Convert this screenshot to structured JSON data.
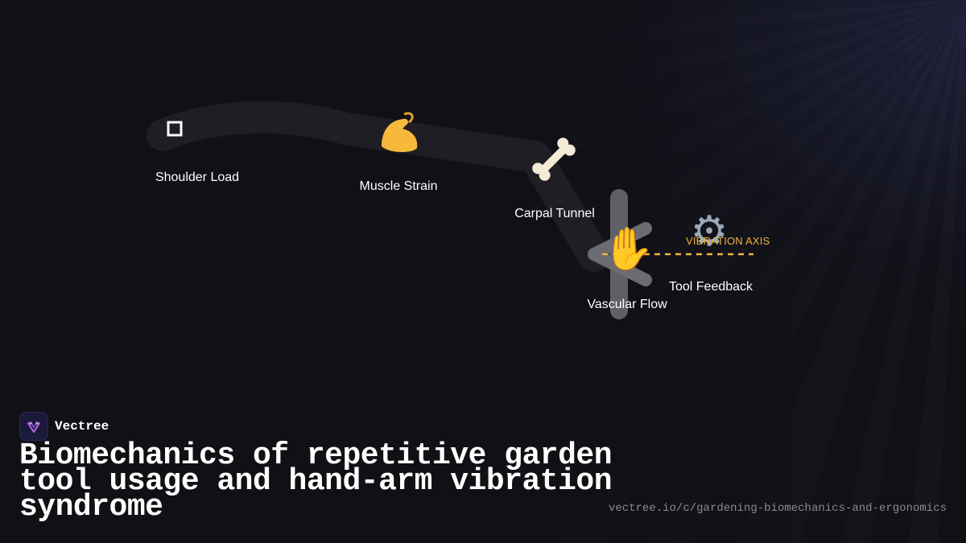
{
  "diagram": {
    "axis_label": "VIBRATION AXIS",
    "nodes": [
      {
        "label": "Shoulder Load",
        "icon": "square-icon",
        "glyph": "🔲"
      },
      {
        "label": "Muscle Strain",
        "icon": "flexed-biceps-icon",
        "glyph": "💪"
      },
      {
        "label": "Carpal Tunnel",
        "icon": "bone-icon",
        "glyph": "🦴"
      },
      {
        "label": "Vascular Flow",
        "icon": "raised-hand-icon",
        "glyph": "🖐"
      },
      {
        "label": "Tool Feedback",
        "icon": "gear-icon",
        "glyph": "⚙"
      }
    ],
    "colors": {
      "path": "#1f1e24",
      "junction": "#6b6b72",
      "axis": "#f0b43c",
      "background": "#101015"
    }
  },
  "brand": {
    "name": "Vectree"
  },
  "title": "Biomechanics of repetitive garden tool usage and hand-arm vibration syndrome",
  "url": "vectree.io/c/gardening-biomechanics-and-ergonomics"
}
